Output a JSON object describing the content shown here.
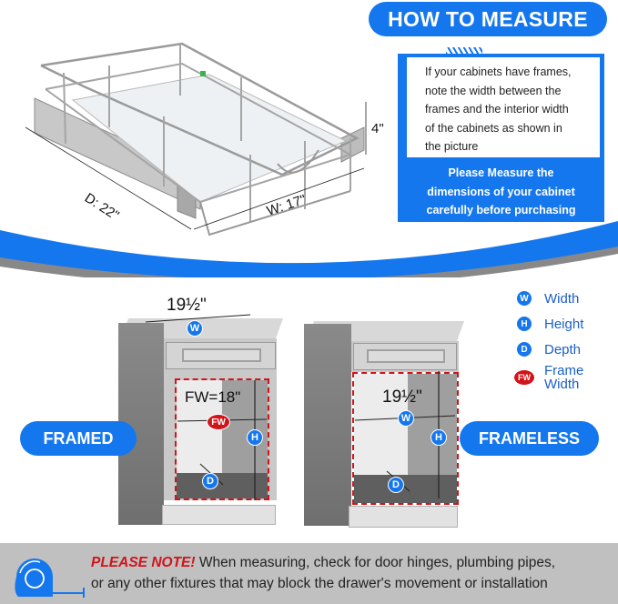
{
  "header": {
    "title": "HOW TO MEASURE"
  },
  "info_box": {
    "body_lines": [
      "If your cabinets have frames,",
      "note the width between the",
      "frames and the interior width",
      "of the cabinets as shown in",
      "the picture"
    ],
    "footer_lines": [
      "Please Measure the",
      "dimensions of your cabinet",
      "carefully before purchasing"
    ]
  },
  "product_dimensions": {
    "depth": "D: 22\"",
    "width": "W: 17\"",
    "height": "4\""
  },
  "legend": {
    "items": [
      {
        "badge": "W",
        "label": "Width"
      },
      {
        "badge": "H",
        "label": "Height"
      },
      {
        "badge": "D",
        "label": "Depth"
      },
      {
        "badge": "FW",
        "label_line1": "Frame",
        "label_line2": "Width"
      }
    ]
  },
  "framed": {
    "label": "FRAMED",
    "top_width": "19½\"",
    "frame_width": "FW=18\"",
    "badges": {
      "w": "W",
      "fw": "FW",
      "h": "H",
      "d": "D"
    }
  },
  "frameless": {
    "label": "FRAMELESS",
    "interior_width": "19½\"",
    "badges": {
      "w": "W",
      "h": "H",
      "d": "D"
    }
  },
  "note": {
    "strong": "PLEASE NOTE!",
    "line1": " When measuring, check for door hinges, plumbing pipes,",
    "line2": "or any other fixtures that may block the drawer's movement or installation",
    "icon": "tape-measure-icon"
  },
  "colors": {
    "brand_blue": "#1577ee",
    "accent_red": "#d0141a",
    "legend_text": "#1a5fc8",
    "note_bg": "#c0c0c0"
  }
}
